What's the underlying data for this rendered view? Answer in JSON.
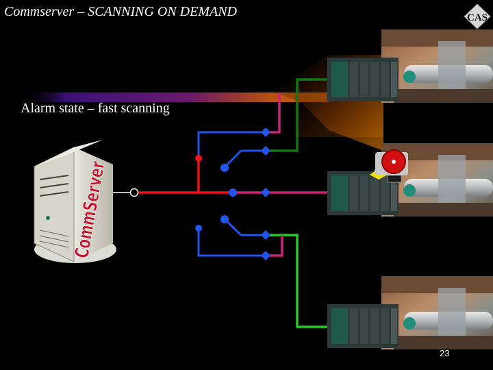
{
  "title": "Commserver – SCANNING ON DEMAND",
  "subtitle": "Alarm state – fast scanning",
  "server_label": "CommServer",
  "page_number": "23",
  "logo_text": "CAS",
  "colors": {
    "background": "#000000",
    "red_line": "#ee1111",
    "blue_line": "#2255ee",
    "magenta_line": "#cc2277",
    "green_line": "#22cc22",
    "dark_green_line": "#117711",
    "band_purple": "#551199",
    "band_orange": "#cc6600"
  },
  "icons": {
    "server": "server-tower-icon",
    "alarm": "alarm-bell-icon",
    "plc": "plc-rack-icon",
    "plant": "plant-photo-icon"
  }
}
